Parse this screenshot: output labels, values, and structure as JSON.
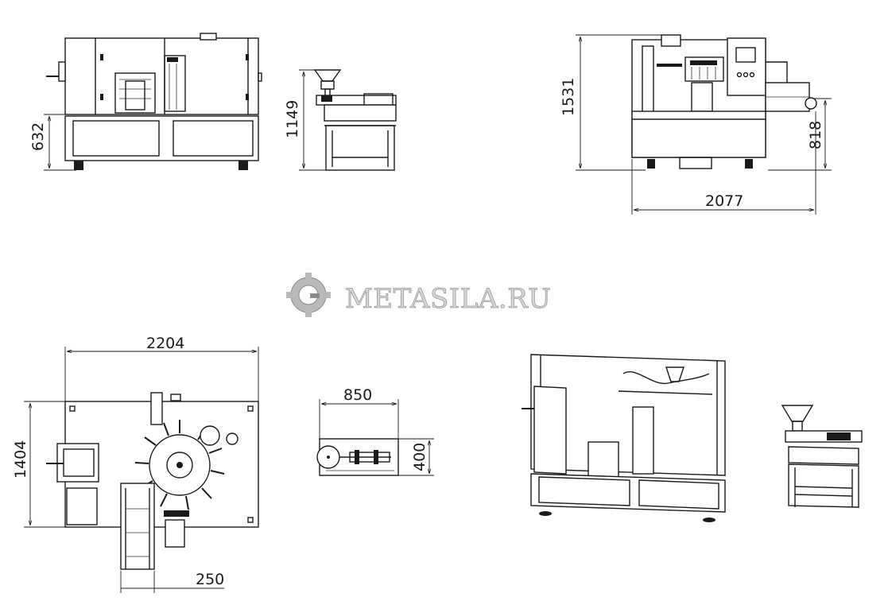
{
  "watermark": {
    "text": "METASILA.RU",
    "logo": "gear-g-logo",
    "color": "#9a9a9a"
  },
  "dimensions": {
    "front_height": "632",
    "filler_height": "1149",
    "side_total_height": "1531",
    "side_conveyor_height": "818",
    "side_length": "2077",
    "top_length": "2204",
    "top_width": "1404",
    "top_conveyor_width": "250",
    "filler_top_length": "850",
    "filler_top_width": "400"
  }
}
